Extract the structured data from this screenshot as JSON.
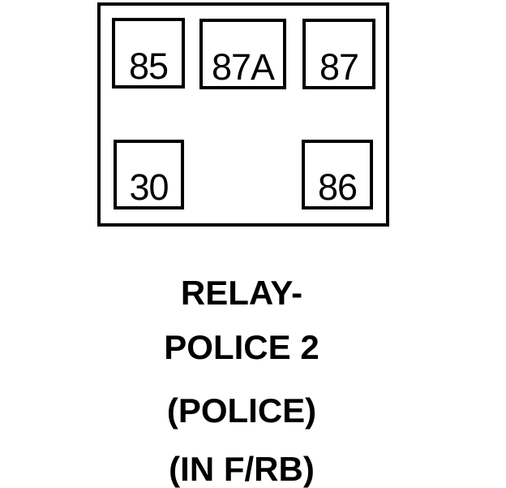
{
  "relay_diagram": {
    "pins": [
      {
        "id": "85",
        "row": "top",
        "position": "left"
      },
      {
        "id": "87A",
        "row": "top",
        "position": "center"
      },
      {
        "id": "87",
        "row": "top",
        "position": "right"
      },
      {
        "id": "30",
        "row": "bottom",
        "position": "left"
      },
      {
        "id": "86",
        "row": "bottom",
        "position": "right"
      }
    ],
    "caption": {
      "lines": [
        "RELAY-",
        "POLICE 2",
        "(POLICE)",
        "(IN F/RB)"
      ]
    },
    "colors": {
      "line": "#000000",
      "text": "#000000",
      "background": "#ffffff"
    }
  }
}
